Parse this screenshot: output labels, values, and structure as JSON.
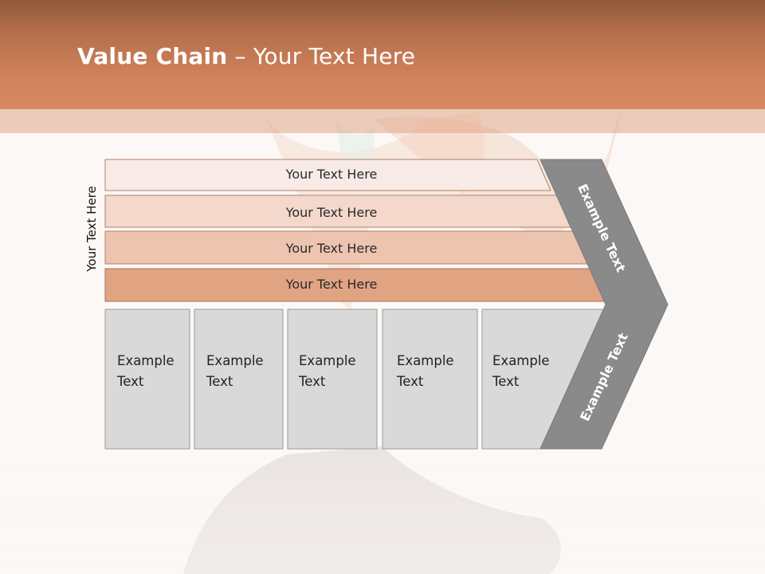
{
  "slide": {
    "title_bold": "Value Chain",
    "title_rest": " – Your Text Here",
    "side_label": "Your Text Here"
  },
  "bars": [
    {
      "label": "Your Text Here",
      "color": "#f8eae6"
    },
    {
      "label": "Your Text Here",
      "color": "#f3d8cb"
    },
    {
      "label": "Your Text Here",
      "color": "#edc4b0"
    },
    {
      "label": "Your Text Here",
      "color": "#e0a483"
    }
  ],
  "cards": [
    {
      "line1": "Example",
      "line2": "Text"
    },
    {
      "line1": "Example",
      "line2": "Text"
    },
    {
      "line1": "Example",
      "line2": "Text"
    },
    {
      "line1": "Example",
      "line2": "Text"
    },
    {
      "line1": "Example",
      "line2": "Text"
    }
  ],
  "chevron": {
    "upper_label": "Example Text",
    "lower_label": "Example Text",
    "color": "#8a8a8a"
  },
  "colors": {
    "header": "#d0825b",
    "card": "#d9d9d9",
    "card_border": "#9a9a9a"
  }
}
